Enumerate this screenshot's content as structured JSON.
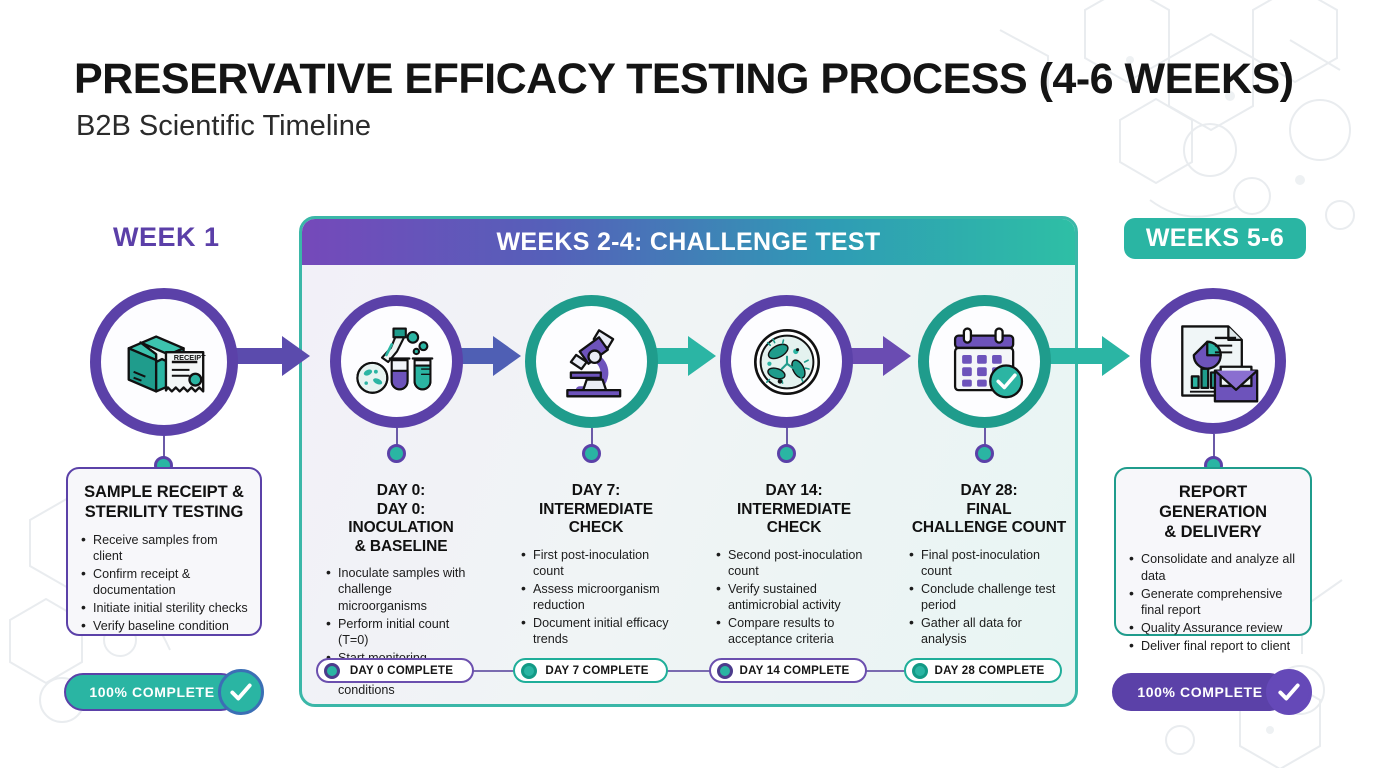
{
  "header": {
    "title": "PRESERVATIVE EFFICACY TESTING PROCESS (4-6 WEEKS)",
    "subtitle": "B2B Scientific Timeline"
  },
  "phases": {
    "left_label": "WEEK 1",
    "middle_label": "WEEKS 2-4: CHALLENGE TEST",
    "right_label": "WEEKS 5-6"
  },
  "colors": {
    "purple": "#5b41a8",
    "teal": "#1f9c8c",
    "teal_bright": "#2ab5a3",
    "panel_border": "#3bb7a8",
    "text": "#1a1a1a"
  },
  "stages": [
    {
      "id": "sample-receipt",
      "icon": "package-receipt-icon",
      "ring": "purple",
      "title_lines": [
        "SAMPLE RECEIPT &",
        "STERILITY TESTING"
      ],
      "bullets": [
        "Receive samples from client",
        "Confirm receipt & documentation",
        "Initiate initial sterility checks",
        "Verify baseline condition"
      ]
    },
    {
      "id": "day-0",
      "icon": "pipette-tubes-icon",
      "ring": "purple",
      "title_lines": [
        "DAY 0:",
        "DAY 0: INOCULATION",
        "& BASELINE"
      ],
      "bullets": [
        "Inoculate samples with challenge microorganisms",
        "Perform initial count (T=0)",
        "Start monitoring environmental conditions"
      ]
    },
    {
      "id": "day-7",
      "icon": "microscope-icon",
      "ring": "teal",
      "title_lines": [
        "DAY 7:",
        "INTERMEDIATE",
        "CHECK"
      ],
      "bullets": [
        "First post-inoculation count",
        "Assess microorganism reduction",
        "Document initial efficacy trends"
      ]
    },
    {
      "id": "day-14",
      "icon": "petri-dish-icon",
      "ring": "purple",
      "title_lines": [
        "DAY 14:",
        "INTERMEDIATE",
        "CHECK"
      ],
      "bullets": [
        "Second post-inoculation count",
        "Verify sustained antimicrobial activity",
        "Compare results to acceptance criteria"
      ]
    },
    {
      "id": "day-28",
      "icon": "calendar-check-icon",
      "ring": "teal",
      "title_lines": [
        "DAY 28:",
        "FINAL",
        "CHALLENGE COUNT"
      ],
      "bullets": [
        "Final post-inoculation count",
        "Conclude challenge test period",
        "Gather all data for analysis"
      ]
    },
    {
      "id": "report-generation",
      "icon": "report-envelope-icon",
      "ring": "purple",
      "title_lines": [
        "REPORT GENERATION",
        "& DELIVERY"
      ],
      "bullets": [
        "Consolidate and analyze all data",
        "Generate comprehensive final report",
        "Quality Assurance review",
        "Deliver final report to client"
      ]
    }
  ],
  "day_chips": [
    {
      "label": "DAY 0 COMPLETE",
      "style": "purple"
    },
    {
      "label": "DAY 7 COMPLETE",
      "style": "teal"
    },
    {
      "label": "DAY 14 COMPLETE",
      "style": "purple"
    },
    {
      "label": "DAY 28 COMPLETE",
      "style": "teal"
    }
  ],
  "status_badges": {
    "left": {
      "label": "100% COMPLETE",
      "style": "teal",
      "check": "checkmark-icon"
    },
    "right": {
      "label": "100% COMPLETE",
      "style": "purple",
      "check": "checkmark-icon"
    }
  }
}
